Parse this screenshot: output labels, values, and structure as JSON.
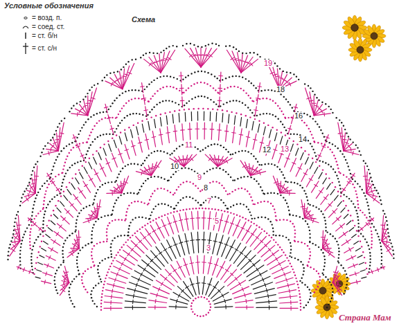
{
  "diagram": {
    "title": "Схема",
    "labels": [
      "Условные обозначения",
      "19",
      "18",
      "16",
      "14",
      "13",
      "12",
      "11",
      "10",
      "9",
      "8",
      "7",
      "5",
      "3",
      "Страна Мам"
    ],
    "legend": [
      {
        "text": "= возд. п."
      },
      {
        "text": "= соед. ст."
      },
      {
        "text": "= ст. б/н"
      },
      {
        "text": "= ст. с/н"
      }
    ]
  }
}
